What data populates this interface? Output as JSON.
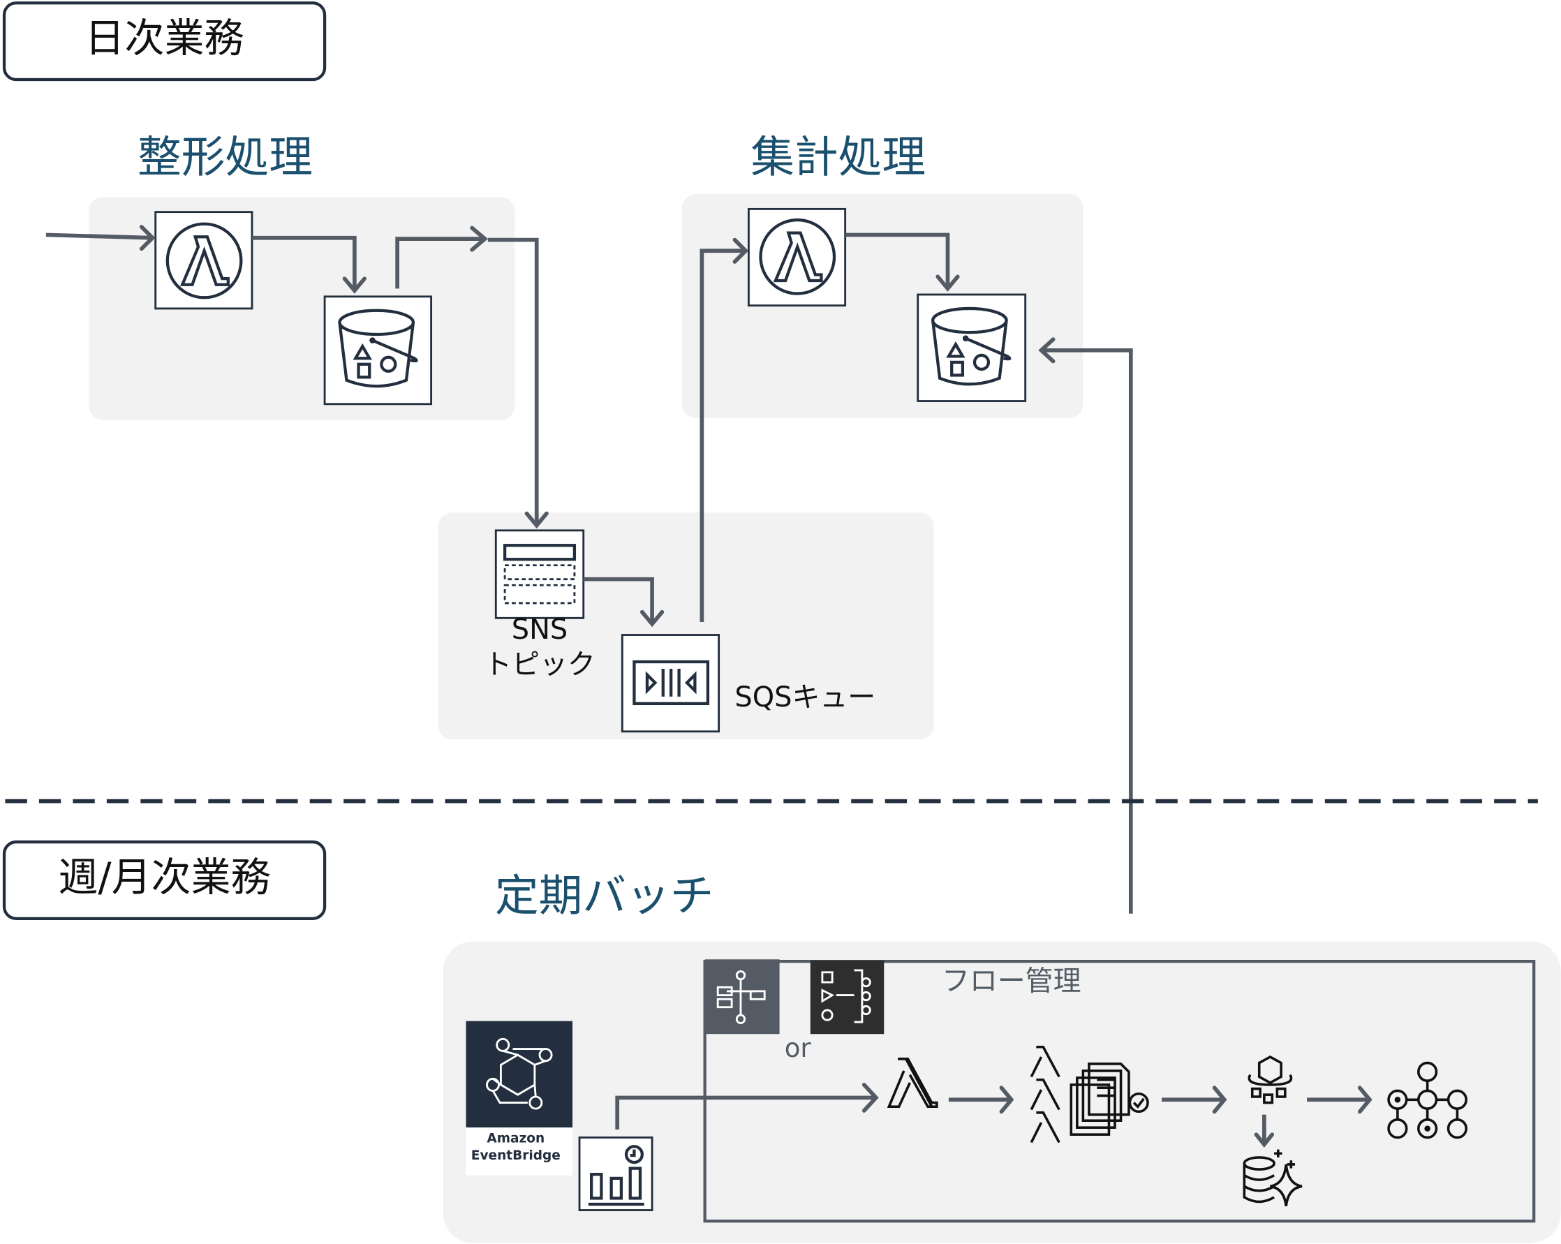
{
  "daily": {
    "section_label": "日次業務",
    "formatting": {
      "title": "整形処理"
    },
    "aggregation": {
      "title": "集計処理"
    },
    "messaging": {
      "sns_label_1": "SNS",
      "sns_label_2": "トピック",
      "sqs_label": "SQSキュー"
    }
  },
  "periodic": {
    "section_label": "週/月次業務",
    "title": "定期バッチ",
    "flow_label": "フロー管理",
    "or_label": "or",
    "eventbridge_label_1": "Amazon",
    "eventbridge_label_2": "EventBridge"
  },
  "colors": {
    "title": "#1a4f6e",
    "arrow": "#545b64",
    "panel": "#f2f2f2",
    "dark": "#232f3e"
  },
  "icons": [
    "lambda-icon",
    "s3-bucket-icon",
    "sns-topic-icon",
    "sqs-queue-icon",
    "step-functions-icon",
    "workflow-icon",
    "eventbridge-icon",
    "scheduler-icon",
    "batch-lambda-icon",
    "documents-icon",
    "glue-icon",
    "database-sparkle-icon",
    "graph-icon"
  ]
}
